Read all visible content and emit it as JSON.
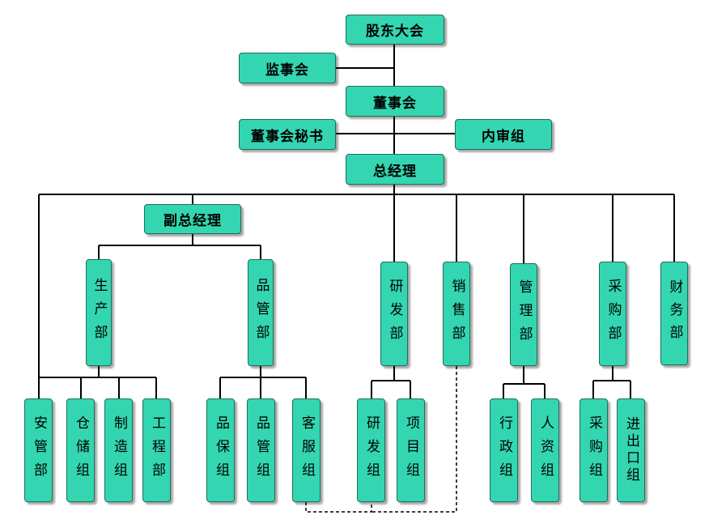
{
  "nodes": {
    "shareholders": "股东大会",
    "supervisors": "监事会",
    "board": "董事会",
    "board_secretary": "董事会秘书",
    "internal_audit": "内审组",
    "general_manager": "总经理",
    "deputy_gm": "副总经理",
    "production": "生产部",
    "quality": "品管部",
    "rnd": "研发部",
    "sales": "销售部",
    "management": "管理部",
    "purchasing": "采购部",
    "finance": "财务部",
    "safety": "安管部",
    "warehouse": "仓储组",
    "manufacturing": "制造组",
    "engineering": "工程部",
    "qa": "品保组",
    "qc": "品管组",
    "customer_service": "客服组",
    "rnd_group": "研发组",
    "project_group": "项目组",
    "admin_group": "行政组",
    "hr_group": "人资组",
    "purchasing_group": "采购组",
    "import_export": "进出口组"
  }
}
